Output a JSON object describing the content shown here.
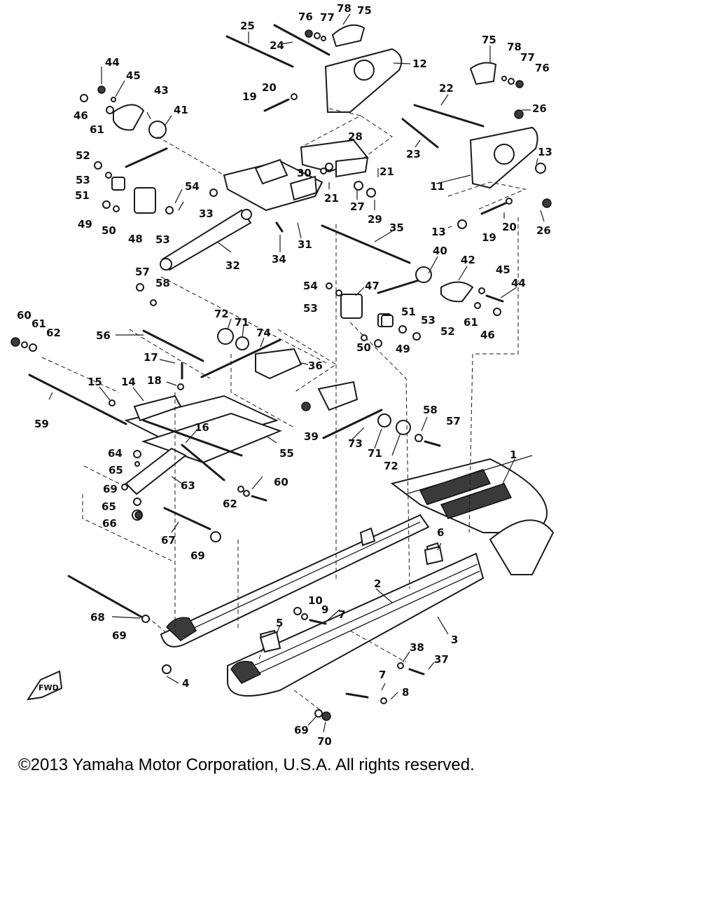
{
  "diagram": {
    "callouts": [
      "1",
      "2",
      "3",
      "4",
      "5",
      "6",
      "7",
      "7",
      "8",
      "9",
      "10",
      "11",
      "12",
      "13",
      "13",
      "14",
      "15",
      "16",
      "17",
      "18",
      "19",
      "19",
      "20",
      "20",
      "21",
      "21",
      "22",
      "23",
      "24",
      "25",
      "26",
      "26",
      "27",
      "28",
      "29",
      "30",
      "31",
      "32",
      "33",
      "34",
      "35",
      "36",
      "37",
      "38",
      "39",
      "40",
      "41",
      "42",
      "43",
      "44",
      "44",
      "45",
      "45",
      "46",
      "46",
      "47",
      "48",
      "49",
      "49",
      "50",
      "50",
      "51",
      "51",
      "52",
      "52",
      "53",
      "53",
      "53",
      "53",
      "54",
      "54",
      "55",
      "56",
      "57",
      "57",
      "58",
      "58",
      "59",
      "60",
      "60",
      "61",
      "61",
      "61",
      "62",
      "62",
      "63",
      "64",
      "65",
      "65",
      "66",
      "67",
      "68",
      "69",
      "69",
      "69",
      "69",
      "70",
      "71",
      "71",
      "72",
      "72",
      "73",
      "74",
      "75",
      "75",
      "76",
      "76",
      "77",
      "77",
      "78",
      "78"
    ],
    "fwd_label": "FWD"
  },
  "footer": {
    "copyright": "©2013 Yamaha Motor Corporation, U.S.A. All rights reserved."
  }
}
